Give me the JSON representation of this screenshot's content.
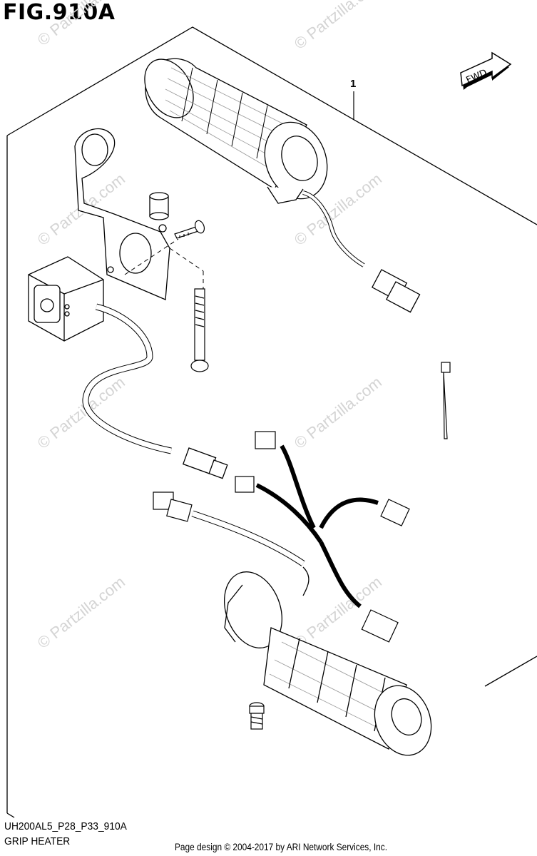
{
  "figure": {
    "title": "FIG.910A",
    "code": "UH200AL5_P28_P33_910A",
    "name": "GRIP HEATER",
    "copyright": "Page design © 2004-2017 by ARI Network Services, Inc."
  },
  "callouts": [
    {
      "label": "1"
    }
  ],
  "fwd_badge": {
    "label": "FWD"
  },
  "watermark": {
    "text": "© Partzilla.com"
  },
  "colors": {
    "line": "#000000",
    "watermark": "#d4d4d4",
    "background": "#ffffff"
  }
}
